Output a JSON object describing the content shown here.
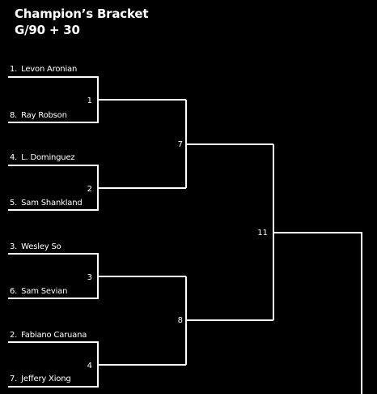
{
  "header": {
    "title": "Champion’s Bracket",
    "subtitle": "G/90 + 30"
  },
  "colors": {
    "background": "#000000",
    "lines": "#ffffff",
    "text": "#ffffff"
  },
  "players": [
    {
      "seed": "1.",
      "name": "Levon Aronian"
    },
    {
      "seed": "8.",
      "name": "Ray Robson"
    },
    {
      "seed": "4.",
      "name": "L. Dominguez"
    },
    {
      "seed": "5.",
      "name": "Sam Shankland"
    },
    {
      "seed": "3.",
      "name": "Wesley So"
    },
    {
      "seed": "6.",
      "name": "Sam Sevian"
    },
    {
      "seed": "2.",
      "name": "Fabiano Caruana"
    },
    {
      "seed": "7.",
      "name": "Jeffery Xiong"
    }
  ],
  "matches": {
    "round1": [
      "1",
      "2",
      "3",
      "4"
    ],
    "round2": [
      "7",
      "8"
    ],
    "round3": [
      "11"
    ]
  }
}
